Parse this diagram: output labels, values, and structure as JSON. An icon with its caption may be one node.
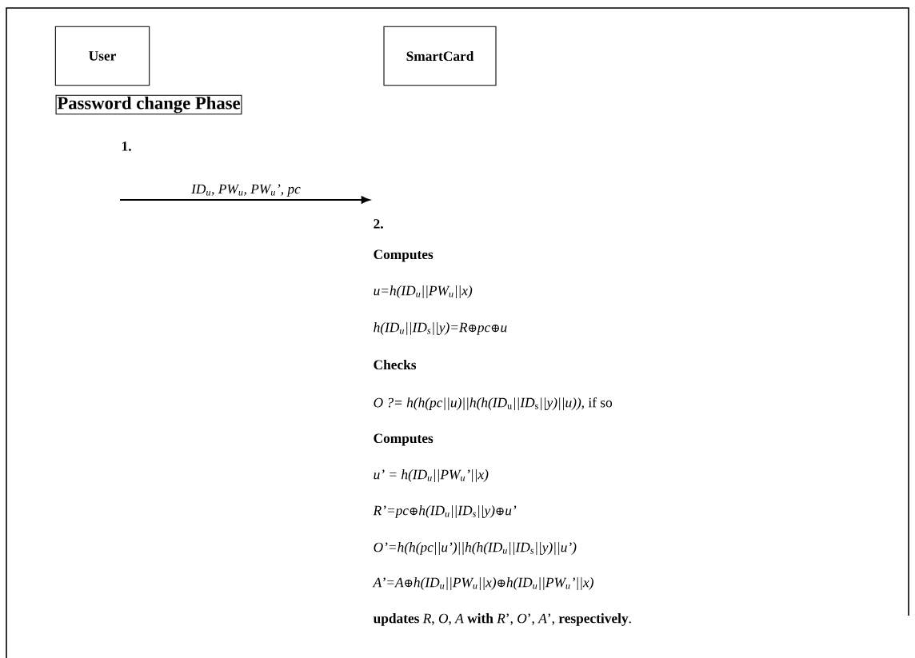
{
  "diagram": {
    "nodes": [
      {
        "text": [
          "User"
        ]
      },
      {
        "text": [
          "SmartCard"
        ]
      },
      {
        "text": [
          "Password change Phase"
        ]
      },
      {
        "text": [
          "1."
        ]
      },
      {
        "text": [
          "2."
        ]
      }
    ],
    "edges": [
      {
        "from": 3,
        "to": 4,
        "arrow": "to",
        "label": "ID$_{u}$, PW$_{u}$, PW$_{u}$’, pc"
      }
    ],
    "labels": [
      "Computes",
      "u=h(ID$_{u}$||PW$_{u}$||x)",
      "h(ID$_{u}$||ID$_{s}$||y)=R⊕pc⊕u",
      "Checks",
      "*O ?= h(h(pc||u)||h(h(ID*$_{u}$*||ID*$_{s}$*||y)||u))*, if so",
      "Computes",
      "u’ = h(ID$_{u}$||PW$_{u}$’||x)",
      "R’=pc⊕h(ID$_{u}$||ID$_{s}$||y)⊕u’",
      "O’=h(h(pc||u’)||h(h(ID$_{u}$||ID$_{s}$||y)||u’)",
      "A’=A⊕h(ID$_{u}$||PW$_{u}$||x)⊕h(ID$_{u}$||PW$_{u}$’||x)",
      "**updates** *R*, *O*, *A* **with** *R*’, *O*’, *A*’, **respectively**."
    ]
  }
}
